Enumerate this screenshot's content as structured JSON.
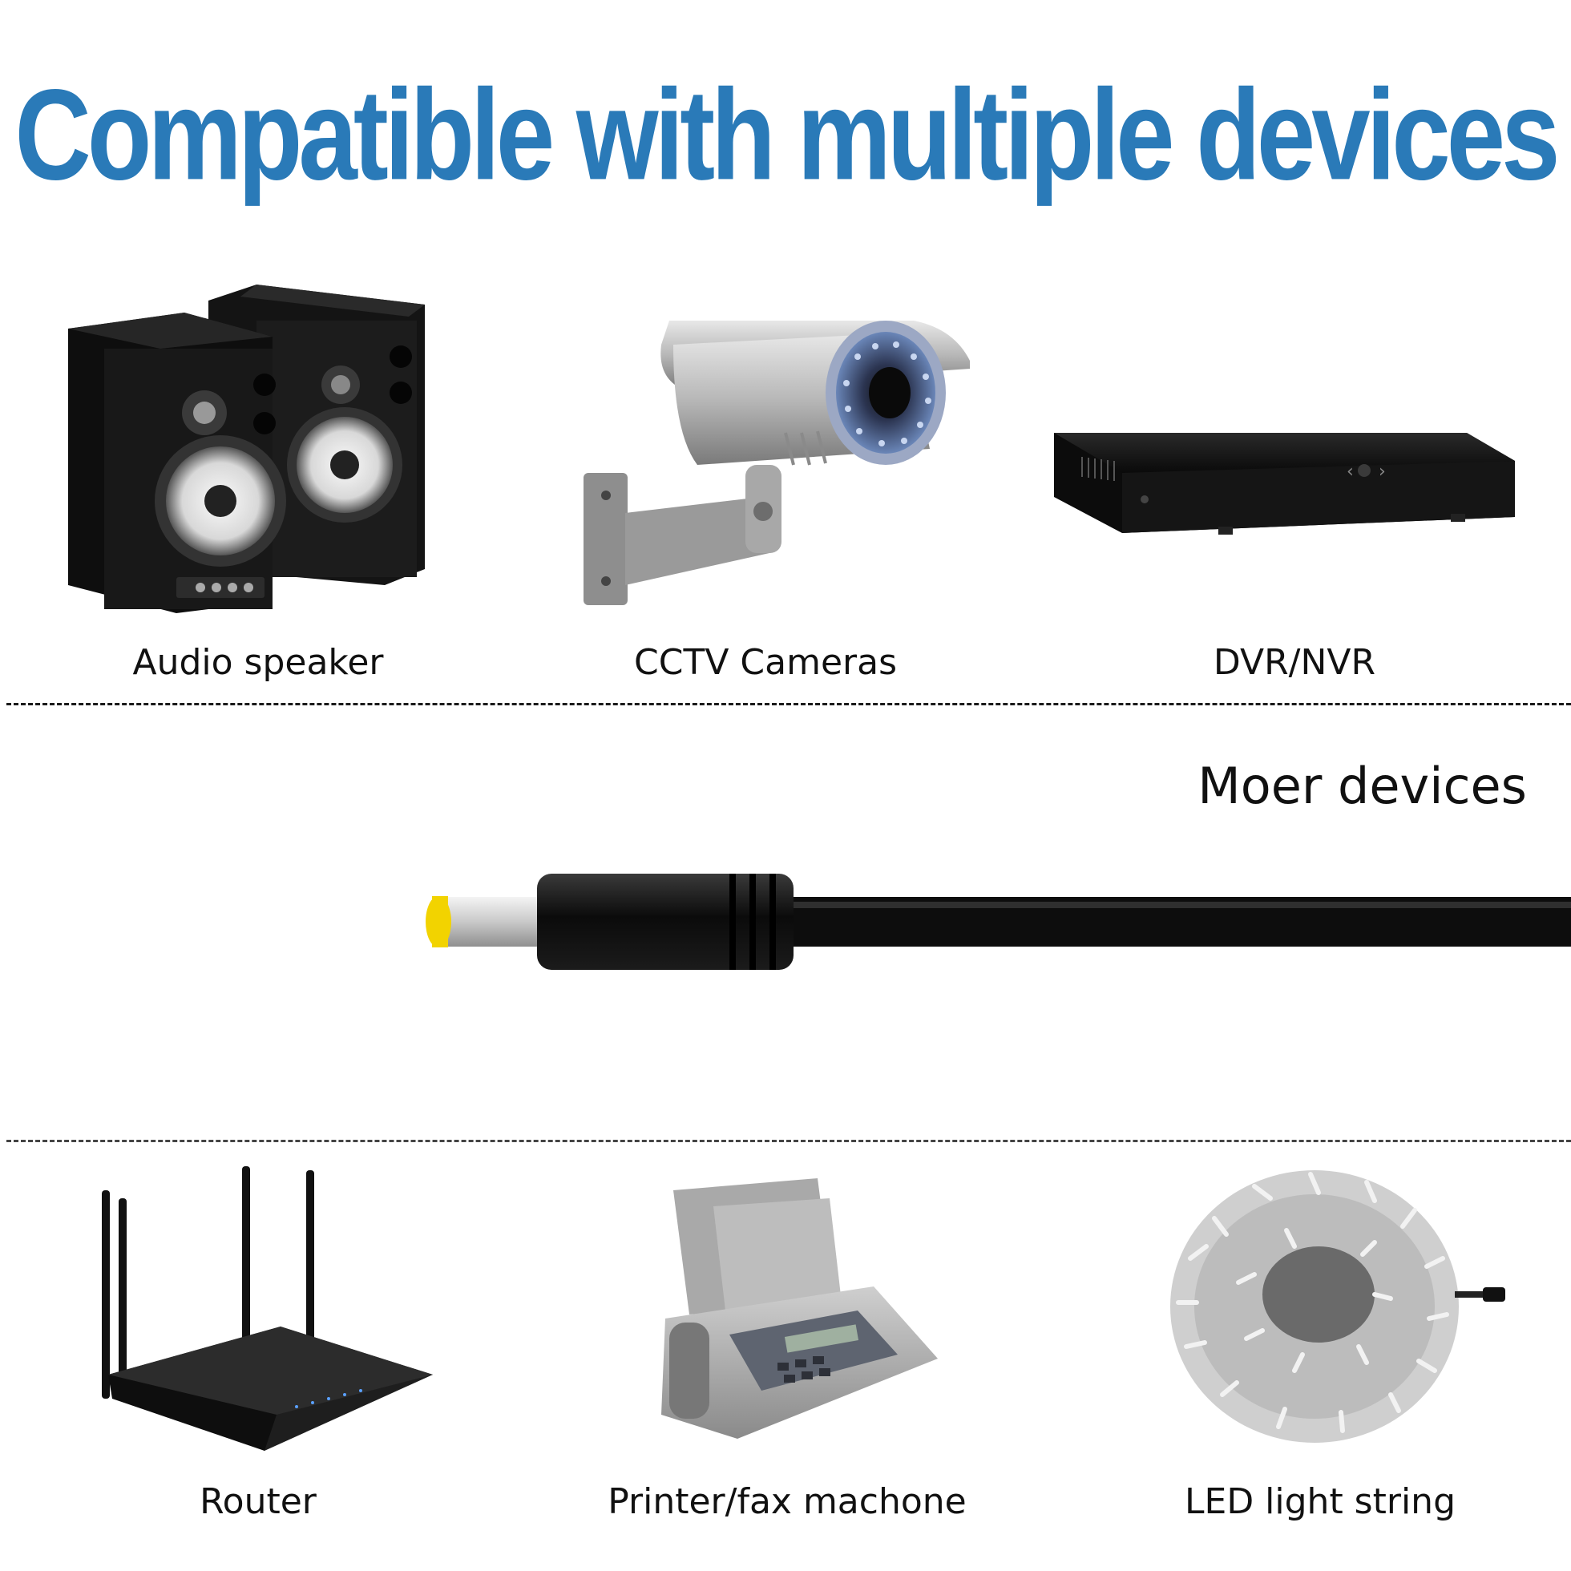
{
  "title": "Compatible with multiple devices",
  "top_row": [
    {
      "label": "Audio speaker",
      "icon": "speaker-icon"
    },
    {
      "label": "CCTV Cameras",
      "icon": "cctv-camera-icon"
    },
    {
      "label": "DVR/NVR",
      "icon": "dvr-icon"
    }
  ],
  "middle": {
    "label": "Moer devices",
    "icon": "dc-plug-icon",
    "colors": {
      "tip": "#f2d300",
      "cable": "#0d0d0d"
    }
  },
  "bottom_row": [
    {
      "label": "Router",
      "icon": "router-icon"
    },
    {
      "label": "Printer/fax machone",
      "icon": "fax-machine-icon"
    },
    {
      "label": "LED light string",
      "icon": "led-string-icon"
    }
  ],
  "colors": {
    "title": "#2a7ab8",
    "text": "#111111"
  }
}
